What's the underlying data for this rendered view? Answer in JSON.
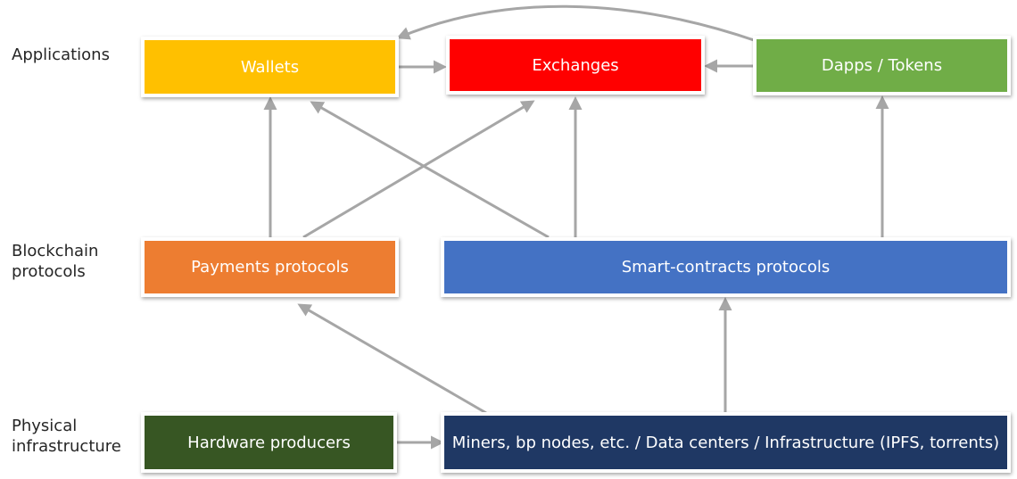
{
  "layers": {
    "applications": "Applications",
    "blockchain": "Blockchain\nprotocols",
    "physical": "Physical\ninfrastructure"
  },
  "nodes": {
    "wallets": {
      "label": "Wallets",
      "color": "#FFC000"
    },
    "exchanges": {
      "label": "Exchanges",
      "color": "#FF0000"
    },
    "dapps": {
      "label": "Dapps / Tokens",
      "color": "#70AD47"
    },
    "payments": {
      "label": "Payments protocols",
      "color": "#ED7D31"
    },
    "smart": {
      "label": "Smart-contracts protocols",
      "color": "#4472C4"
    },
    "hardware": {
      "label": "Hardware producers",
      "color": "#375623"
    },
    "miners": {
      "label": "Miners, bp nodes, etc. / Data centers / Infrastructure (IPFS, torrents)",
      "color": "#1F3864"
    }
  },
  "edges": [
    {
      "from": "dapps",
      "to": "wallets"
    },
    {
      "from": "wallets",
      "to": "exchanges"
    },
    {
      "from": "dapps",
      "to": "exchanges"
    },
    {
      "from": "payments",
      "to": "wallets"
    },
    {
      "from": "payments",
      "to": "exchanges"
    },
    {
      "from": "smart",
      "to": "wallets"
    },
    {
      "from": "smart",
      "to": "exchanges"
    },
    {
      "from": "smart",
      "to": "dapps"
    },
    {
      "from": "miners",
      "to": "payments"
    },
    {
      "from": "miners",
      "to": "smart"
    },
    {
      "from": "hardware",
      "to": "miners"
    }
  ],
  "colors": {
    "arrow": "#A6A6A6",
    "label_text": "#262626"
  }
}
